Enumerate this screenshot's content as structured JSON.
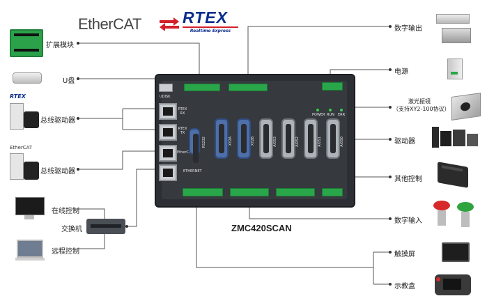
{
  "logos": {
    "ethercat": "EtherCAT",
    "rtex": "RTEX",
    "rtex_sub": "Realtime Express"
  },
  "left_labels": {
    "expansion": "扩展模块",
    "udisk": "U盘",
    "bus_drive_1": "总线驱动器",
    "bus_drive_2": "总线驱动器",
    "online": "在线控制",
    "switch": "交换机",
    "remote": "远程控制"
  },
  "right_labels": {
    "digital_out": "数字输出",
    "power": "电源",
    "laser_line1": "激光振镜",
    "laser_line2": "（支持XY2-100协议）",
    "drive": "驱动器",
    "other": "其他控制",
    "digital_in": "数字输入",
    "touch": "触摸屏",
    "teach": "示教盒"
  },
  "model": "ZMC420SCAN",
  "controller": {
    "udisk": "UDISK",
    "rtex_rx": "RTEX RX",
    "rtex_tx": "RTEX TX",
    "ethercat_port": "EtherCAT",
    "ethernet": "ETHERNET",
    "rs232": "RS232",
    "xy2a": "XY2A",
    "xy2b": "XY2B",
    "axis3": "AXIS3",
    "axis2": "AXIS2",
    "axis1": "AXIS1",
    "axis0": "AXIS0",
    "power_led": "POWER",
    "run_led": "RUN",
    "err_led": "ERR"
  },
  "colors": {
    "line": "#555555",
    "terminal_green": "#2aa64a",
    "rtex_blue": "#0a2d8c",
    "ethercat_red": "#d3202a",
    "controller_body": "#2c2f33"
  }
}
